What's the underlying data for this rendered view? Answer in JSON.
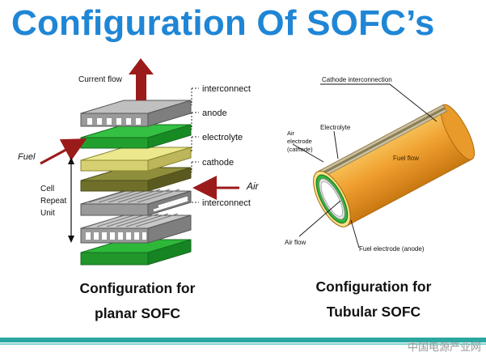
{
  "title": "Configuration Of SOFC’s",
  "planar": {
    "caption_line1": "Configuration for",
    "caption_line2": "planar SOFC",
    "labels": {
      "current_flow": "Current flow",
      "fuel": "Fuel",
      "air": "Air",
      "cell_repeat_line1": "Cell",
      "cell_repeat_line2": "Repeat",
      "cell_repeat_line3": "Unit",
      "interconnect_top": "interconnect",
      "anode": "anode",
      "electrolyte": "electrolyte",
      "cathode": "cathode",
      "interconnect_bottom": "interconnect"
    }
  },
  "tubular": {
    "caption_line1": "Configuration for",
    "caption_line2": "Tubular SOFC",
    "labels": {
      "cathode_interconnection": "Cathode interconnection",
      "electrolyte": "Electrolyte",
      "air_electrode_line1": "Air",
      "air_electrode_line2": "electrode",
      "air_electrode_line3": "(cathode)",
      "fuel_flow": "Fuel flow",
      "air_flow": "Air flow",
      "fuel_electrode": "Fuel electrode (anode)"
    }
  },
  "watermark": "中国电源产业网",
  "colors": {
    "title_blue": "#1f86d6",
    "interconnect_gray": "#b4b4b4",
    "anode_green": "#2db83a",
    "electrolyte_yellow": "#e4e08a",
    "cathode_olive": "#8a8a3c",
    "arrow_red": "#9b1b1b",
    "tube_orange": "#f0a030",
    "bar_teal": "#2aa7a0"
  }
}
